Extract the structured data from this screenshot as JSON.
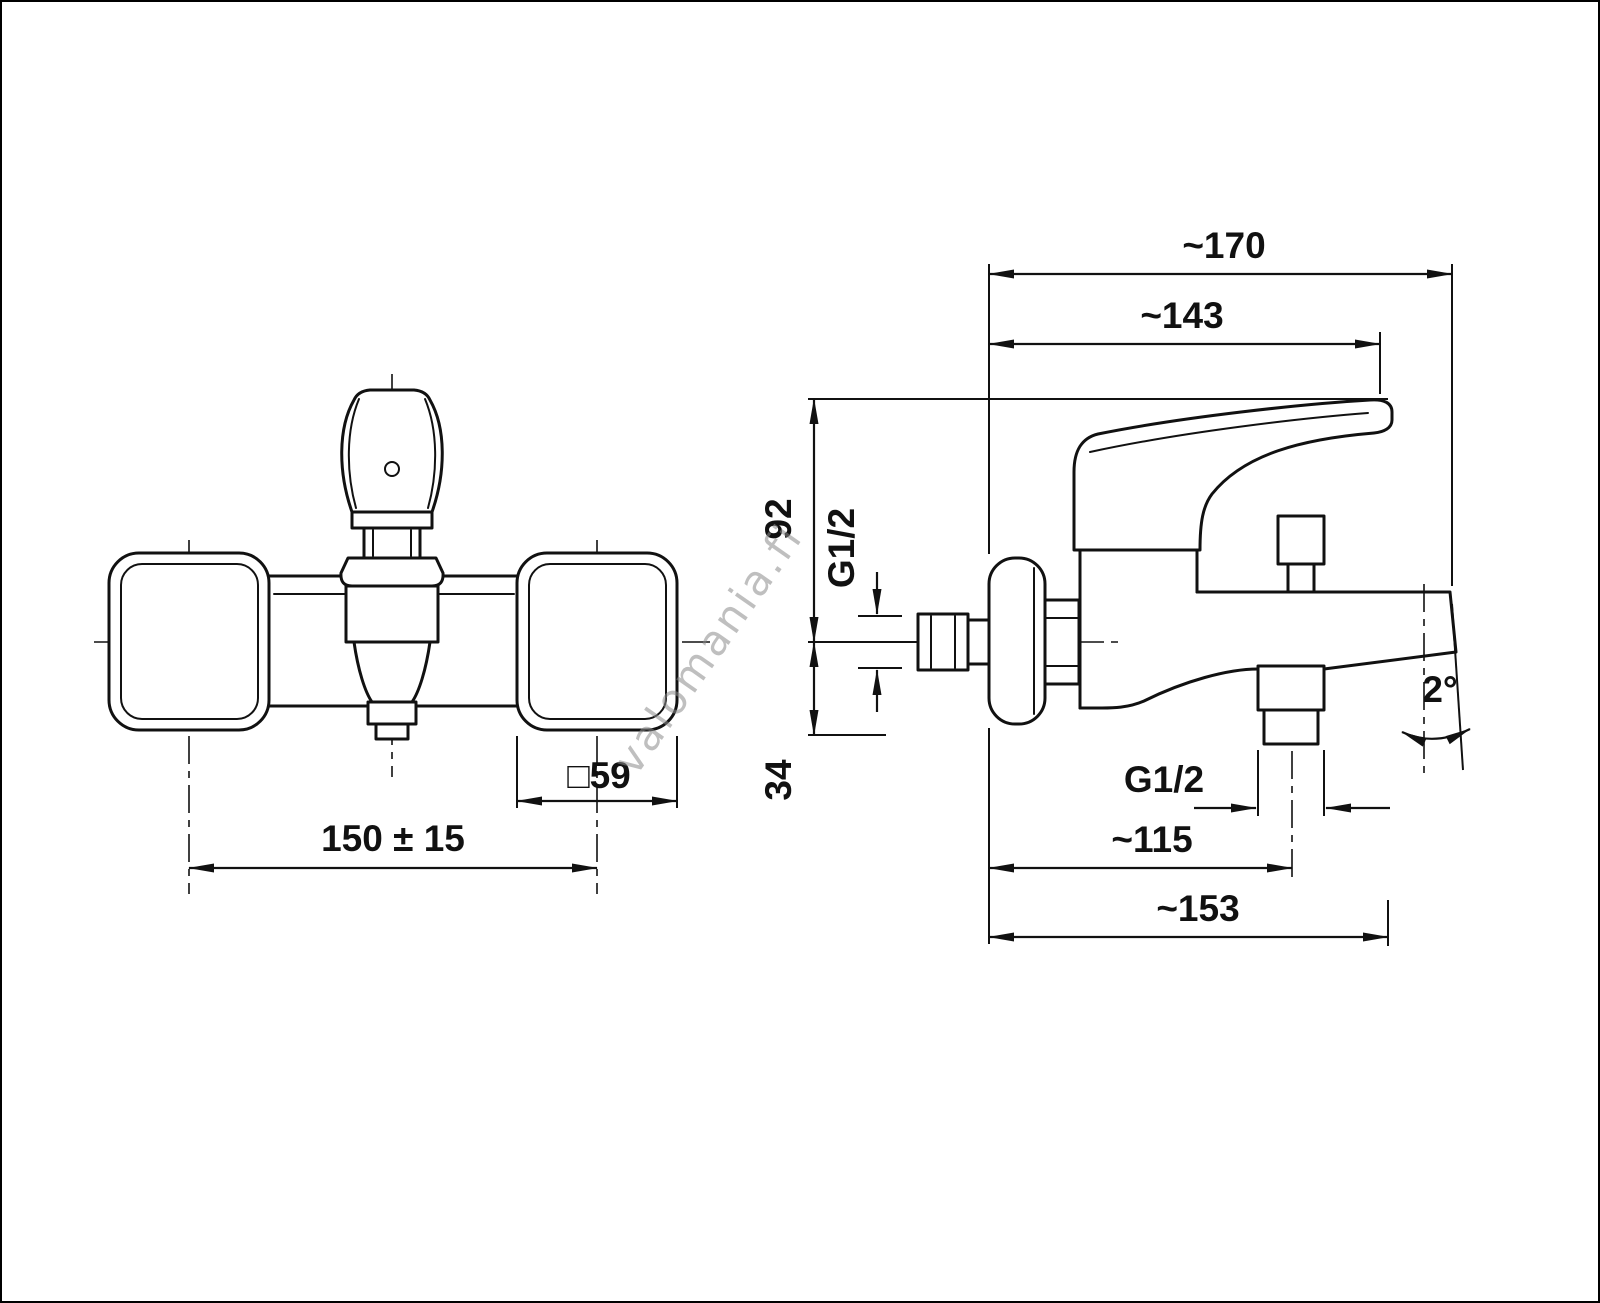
{
  "watermark": {
    "text": "valomania.fi"
  },
  "dimensions": {
    "front": {
      "mount_spacing": "150 ± 15",
      "escutcheon_size": "□59"
    },
    "side": {
      "total_width": "~170",
      "body_width": "~143",
      "height_above_center": "92",
      "wall_thread": "G1/2",
      "height_below_center": "34",
      "spout_thread": "G1/2",
      "spout_reach": "~115",
      "total_depth": "~153",
      "spout_angle": "2°"
    }
  },
  "colors": {
    "line": "#111111",
    "background": "#ffffff",
    "watermark": "#8c8c8c"
  }
}
